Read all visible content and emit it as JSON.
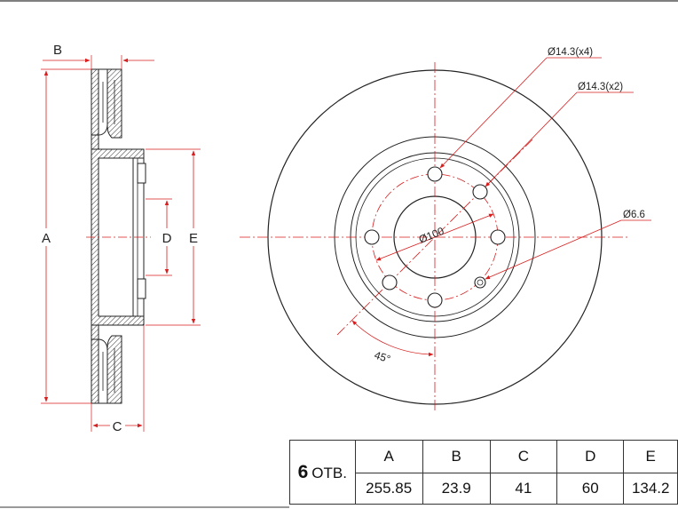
{
  "side_view": {
    "dim_a": "A",
    "dim_b": "B",
    "dim_c": "C",
    "dim_d": "D",
    "dim_e": "E"
  },
  "front_view": {
    "callout_hole_4": "Ø14.3(x4)",
    "callout_hole_2": "Ø14.3(x2)",
    "callout_small_hole": "Ø6.6",
    "callout_pcd": "Ø100",
    "callout_angle": "45°"
  },
  "spec_table": {
    "holes_value": "6",
    "holes_unit": "ОТВ.",
    "headers": [
      "A",
      "B",
      "C",
      "D",
      "E"
    ],
    "values": [
      "255.85",
      "23.9",
      "41",
      "60",
      "134.2"
    ]
  },
  "colors": {
    "line": "#222222",
    "dimension": "#d81e1e",
    "hatch": "#333333"
  }
}
